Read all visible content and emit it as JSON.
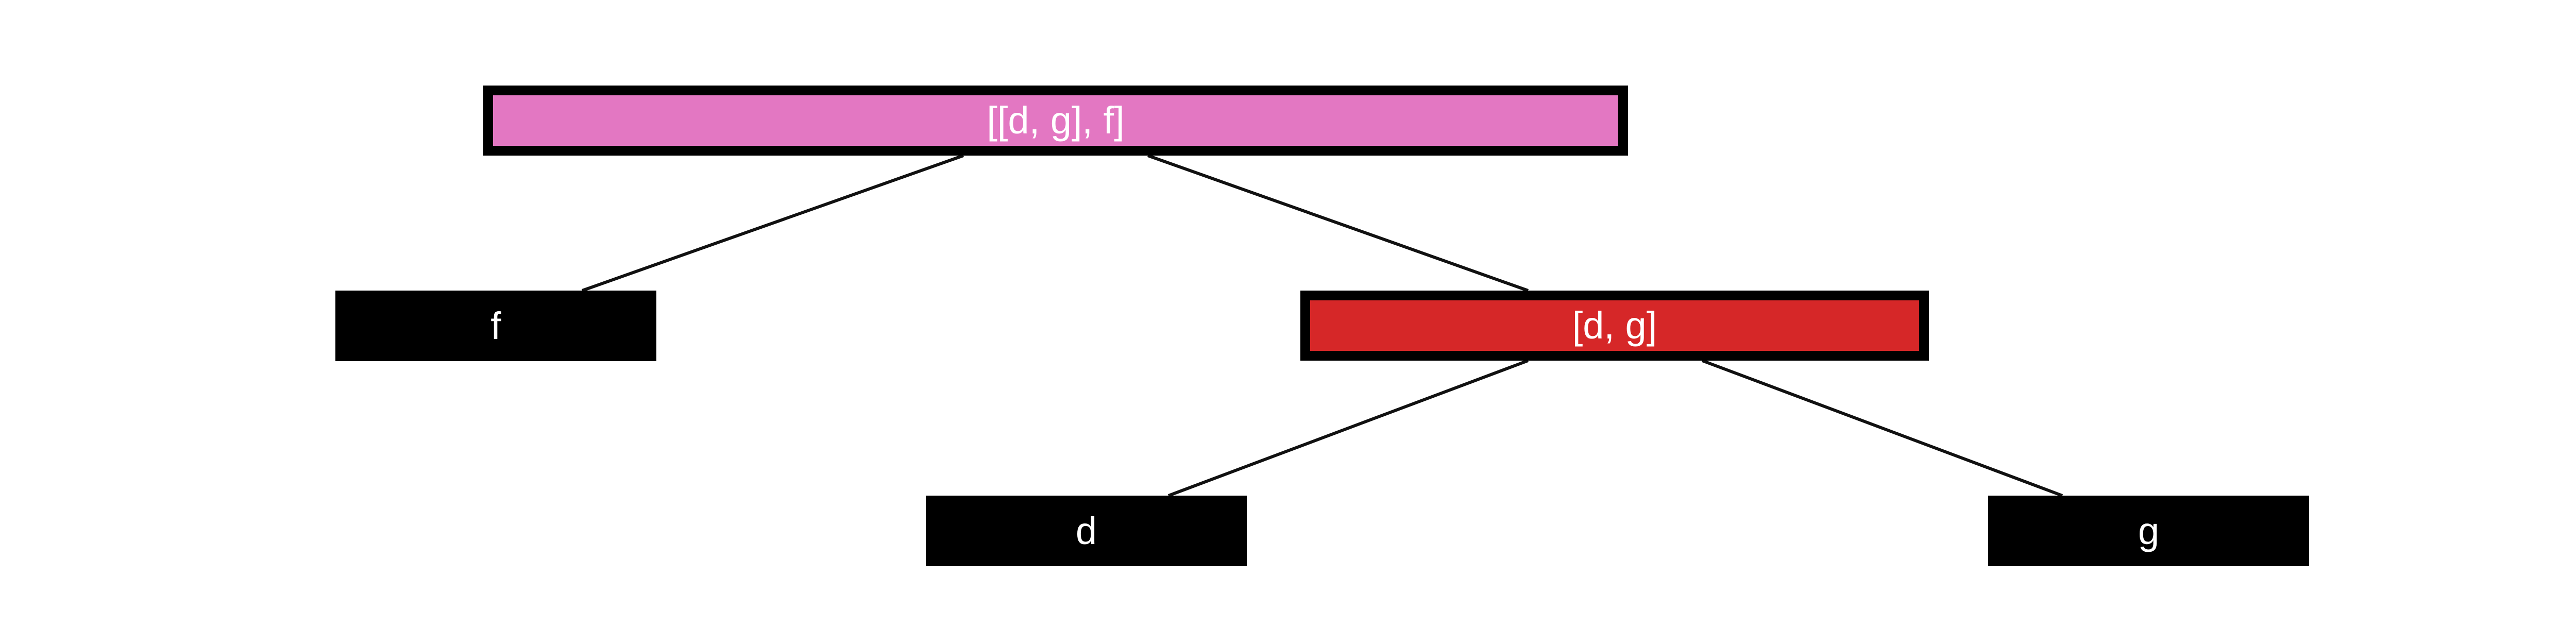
{
  "tree": {
    "nodes": [
      {
        "id": "root",
        "label": "[[d, g], f]",
        "fill": "#e377c2",
        "outlined": true
      },
      {
        "id": "f",
        "label": "f",
        "fill": "#000000",
        "outlined": false
      },
      {
        "id": "dg",
        "label": "[d, g]",
        "fill": "#d62728",
        "outlined": true
      },
      {
        "id": "d",
        "label": "d",
        "fill": "#000000",
        "outlined": false
      },
      {
        "id": "g",
        "label": "g",
        "fill": "#000000",
        "outlined": false
      }
    ],
    "edges": [
      {
        "from": "root",
        "to": "f"
      },
      {
        "from": "root",
        "to": "dg"
      },
      {
        "from": "dg",
        "to": "d"
      },
      {
        "from": "dg",
        "to": "g"
      }
    ]
  },
  "colors": {
    "edge": "#111111",
    "outline": "#000000",
    "label_text": "#ffffff",
    "background": "#ffffff"
  }
}
